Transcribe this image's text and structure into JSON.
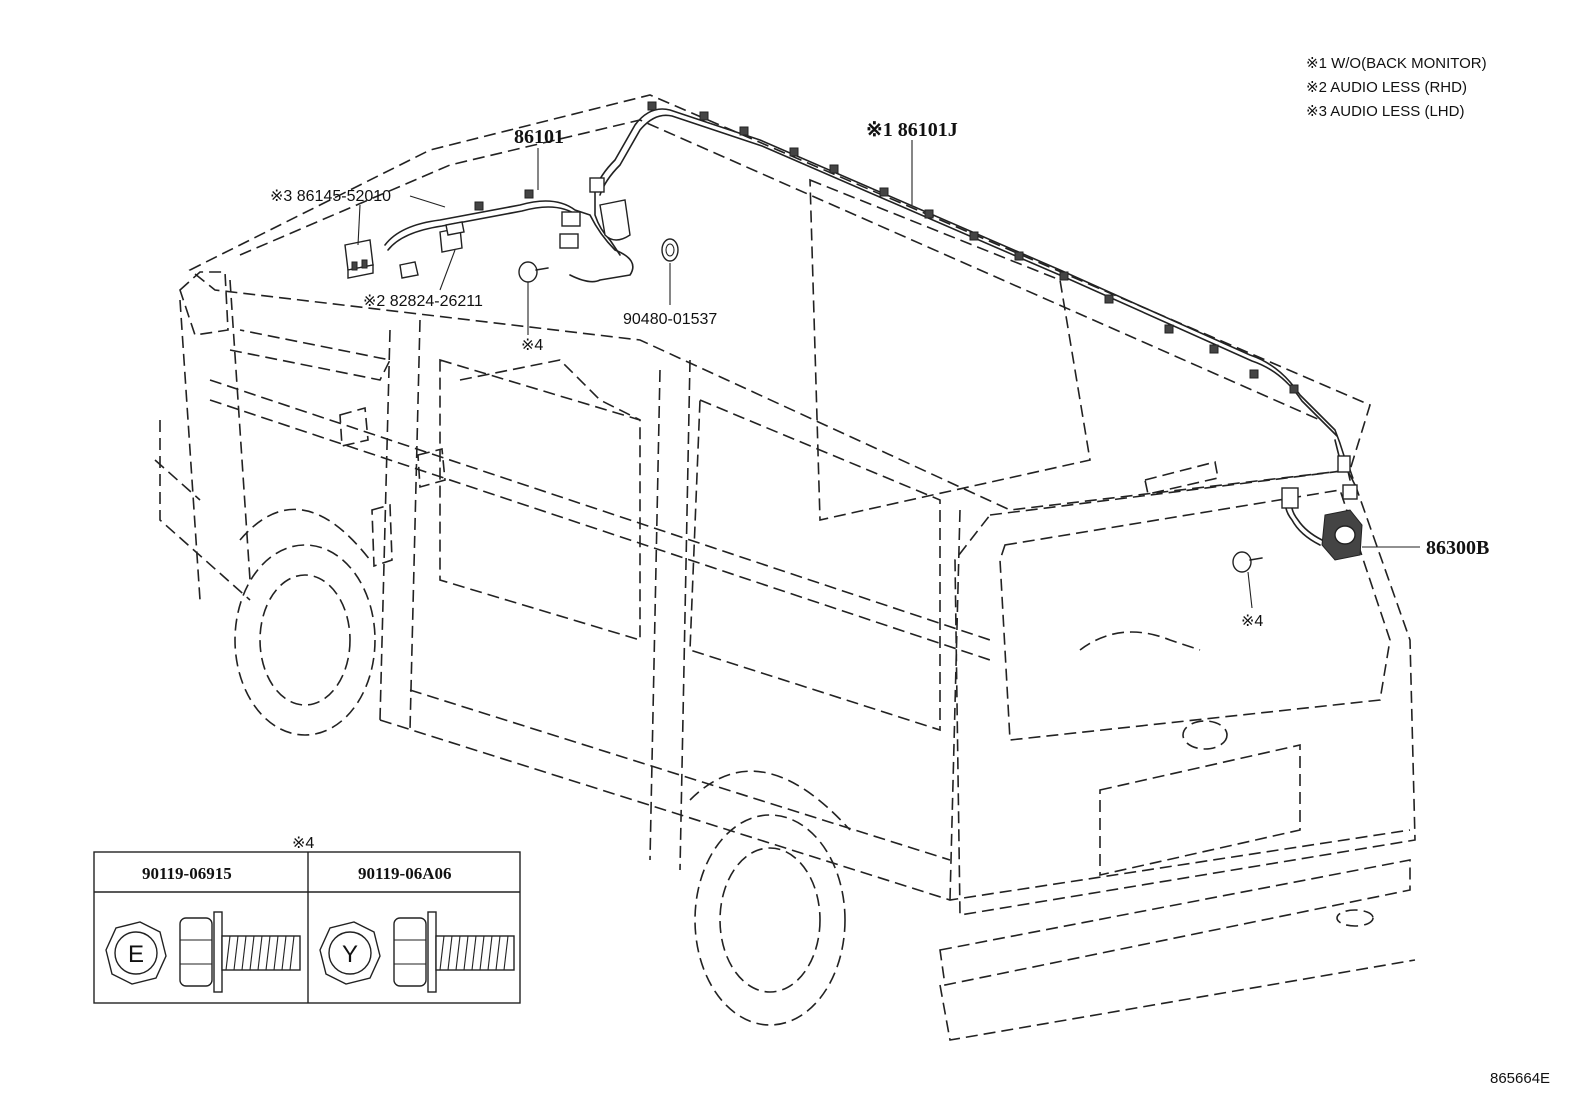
{
  "notes": [
    "※1 W/O(BACK MONITOR)",
    "※2 AUDIO LESS (RHD)",
    "※3 AUDIO LESS (LHD)"
  ],
  "parts": {
    "p86101": "86101",
    "p86101j": "※1 86101J",
    "p86145": "※3 86145-52010",
    "p82824": "※2 82824-26211",
    "p90480": "90480-01537",
    "p86300b": "86300B",
    "ref4_a": "※4",
    "ref4_b": "※4"
  },
  "bolt_table": {
    "ref": "※4",
    "columns": [
      {
        "part_no": "90119-06915",
        "mark": "E"
      },
      {
        "part_no": "90119-06A06",
        "mark": "Y"
      }
    ]
  },
  "figure_id": "865664E"
}
